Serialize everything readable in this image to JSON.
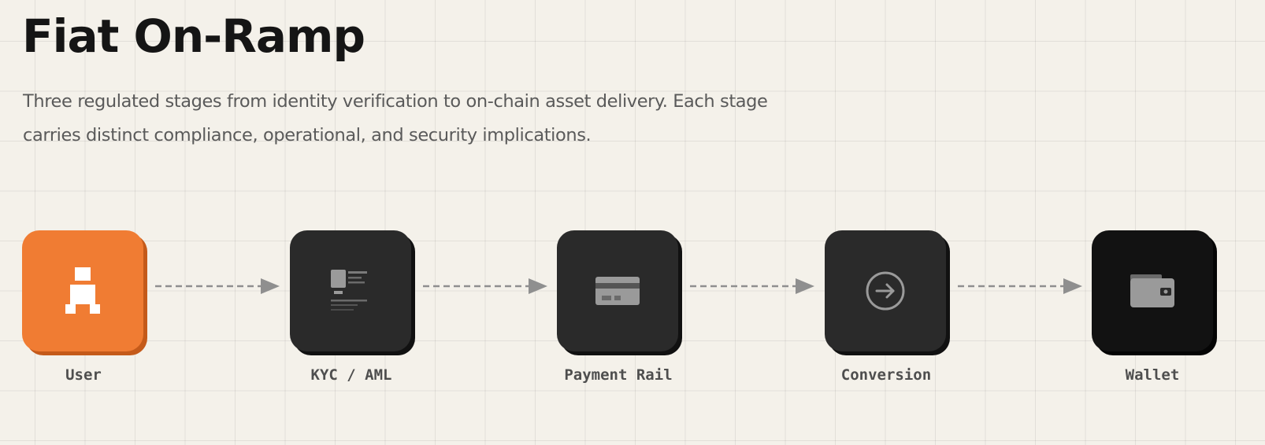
{
  "header": {
    "title": "Fiat On-Ramp",
    "subtitle": "Three regulated stages from identity verification to on-chain asset delivery. Each stage carries distinct compliance, operational, and security implications."
  },
  "flow": {
    "nodes": [
      {
        "label": "User",
        "icon": "person-icon",
        "color": "#f07c33"
      },
      {
        "label": "KYC / AML",
        "icon": "id-card-icon",
        "color": "#2a2a2a"
      },
      {
        "label": "Payment Rail",
        "icon": "credit-card-icon",
        "color": "#2a2a2a"
      },
      {
        "label": "Conversion",
        "icon": "arrow-circle-icon",
        "color": "#2a2a2a"
      },
      {
        "label": "Wallet",
        "icon": "wallet-icon",
        "color": "#121212"
      }
    ],
    "connector_color": "#8f8f8f"
  }
}
